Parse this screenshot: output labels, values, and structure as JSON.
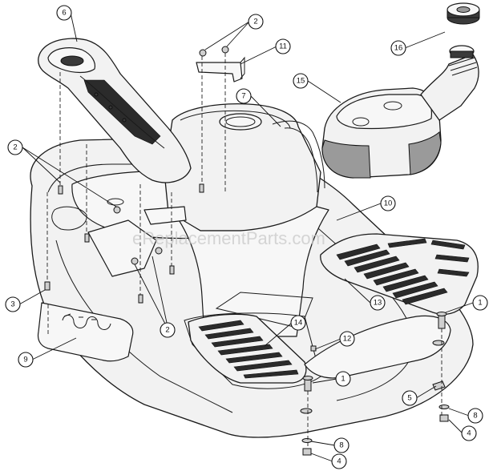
{
  "watermark": "eReplacementParts.com",
  "callouts": [
    {
      "id": "c6a",
      "label": "6"
    },
    {
      "id": "c2a",
      "label": "2"
    },
    {
      "id": "c11",
      "label": "11"
    },
    {
      "id": "c16",
      "label": "16"
    },
    {
      "id": "c7",
      "label": "7"
    },
    {
      "id": "c15",
      "label": "15"
    },
    {
      "id": "c2b",
      "label": "2"
    },
    {
      "id": "c10",
      "label": "10"
    },
    {
      "id": "c3",
      "label": "3"
    },
    {
      "id": "c13",
      "label": "13"
    },
    {
      "id": "c1a",
      "label": "1"
    },
    {
      "id": "c2c",
      "label": "2"
    },
    {
      "id": "c14",
      "label": "14"
    },
    {
      "id": "c12",
      "label": "12"
    },
    {
      "id": "c9",
      "label": "9"
    },
    {
      "id": "c1b",
      "label": "1"
    },
    {
      "id": "c5",
      "label": "5"
    },
    {
      "id": "c8a",
      "label": "8"
    },
    {
      "id": "c4a",
      "label": "4"
    },
    {
      "id": "c8b",
      "label": "8"
    },
    {
      "id": "c4b",
      "label": "4"
    }
  ]
}
